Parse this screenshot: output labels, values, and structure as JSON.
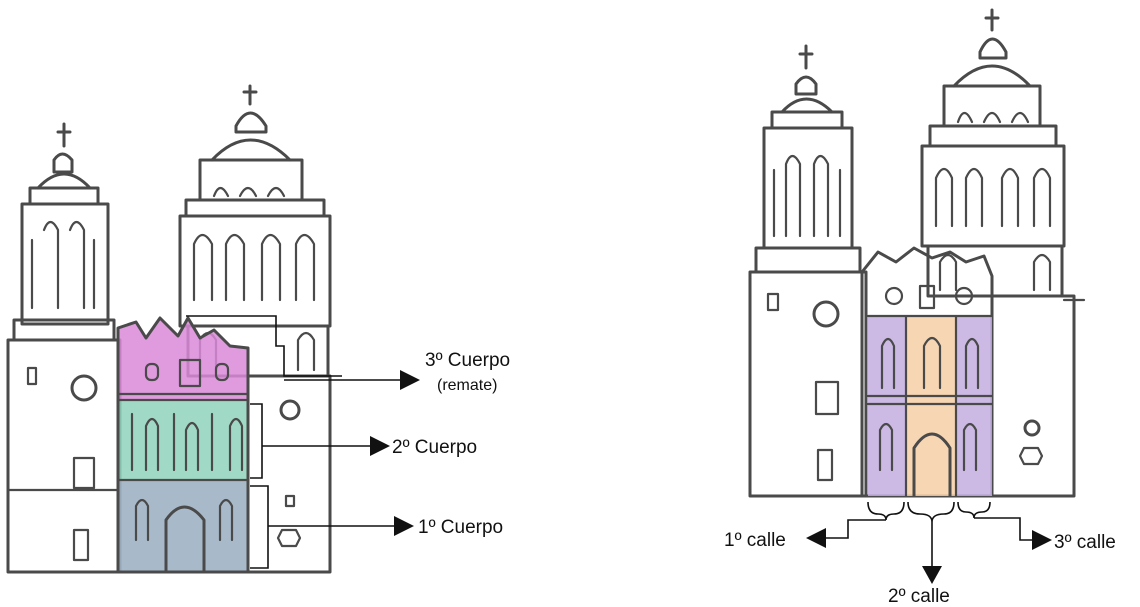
{
  "left_diagram": {
    "labels": {
      "cuerpo3": "3º Cuerpo",
      "cuerpo3_sub": "(remate)",
      "cuerpo2": "2º Cuerpo",
      "cuerpo1": "1º Cuerpo"
    },
    "colors": {
      "cuerpo3": "#d98ad8",
      "cuerpo2": "#8fd3bd",
      "cuerpo1": "#9fb2c4"
    }
  },
  "right_diagram": {
    "labels": {
      "calle1": "1º calle",
      "calle2": "2º calle",
      "calle3": "3º calle"
    },
    "colors": {
      "calle_lateral": "#c3aee0",
      "calle_central": "#f6cfa6"
    }
  }
}
